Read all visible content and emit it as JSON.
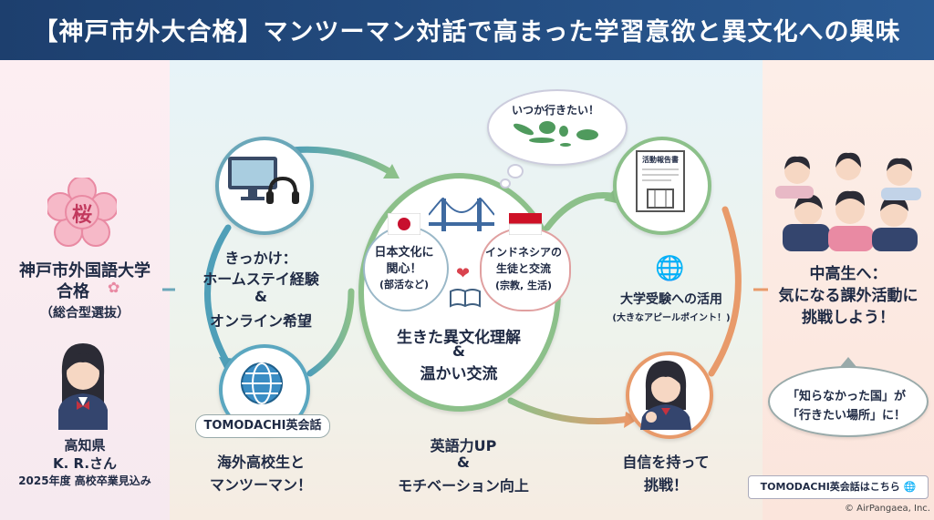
{
  "header": {
    "title": "【神戸市外大合格】マンツーマン対話で高まった学習意欲と異文化への興味"
  },
  "left": {
    "sakura_badge": "桜",
    "university_line1": "神戸市外国語大学",
    "university_line2": "合格",
    "admission_type": "（総合型選抜）",
    "prefecture": "高知県",
    "student_name": "K. R.さん",
    "graduation": "2025年度 高校卒業見込み"
  },
  "trigger": {
    "line1": "きっかけ：",
    "line2": "ホームステイ経験",
    "amp": "&",
    "line3": "オンライン希望"
  },
  "service": {
    "badge": "TOMODACHI英会話",
    "line1": "海外高校生と",
    "line2": "マンツーマン！"
  },
  "center": {
    "thought": "いつか行きたい！",
    "japan_bubble_line1": "日本文化に",
    "japan_bubble_line2": "関心！",
    "japan_bubble_line3": "(部活など)",
    "indonesia_bubble_line1": "インドネシアの",
    "indonesia_bubble_line2": "生徒と交流",
    "indonesia_bubble_line3": "(宗教, 生活)",
    "main_line1": "生きた異文化理解",
    "main_amp": "&",
    "main_line2": "温かい交流"
  },
  "outcome": {
    "line1": "英語力UP",
    "amp": "&",
    "line2": "モチベーション向上"
  },
  "report": {
    "doc_label": "活動報告書",
    "line1": "大学受験への活用",
    "line2": "(大きなアピールポイント！)"
  },
  "confidence": {
    "line1": "自信を持って",
    "line2": "挑戦！"
  },
  "right": {
    "line1": "中高生へ：",
    "line2": "気になる課外活動に",
    "line3": "挑戦しよう！",
    "quote_line1": "「知らなかった国」が",
    "quote_line2": "「行きたい場所」に！",
    "link_label": "TOMODACHI英会話はこちら",
    "copyright": "© AirPangaea, Inc."
  }
}
